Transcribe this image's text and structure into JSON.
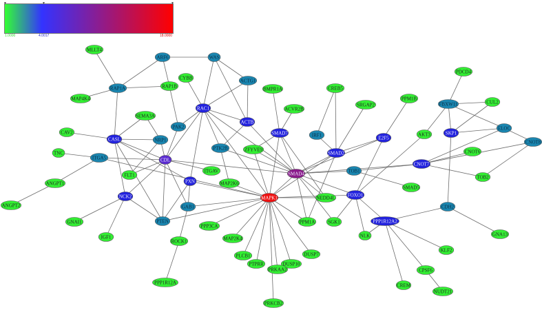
{
  "legend": {
    "min_label": "1.0000",
    "mid_label": "4.0017",
    "max_label": "18.0000",
    "colors": [
      "#33ff33",
      "#3333ff",
      "#ff0000"
    ]
  },
  "palette": {
    "green": "#33ee33",
    "teal": "#1a86b0",
    "blue": "#2222dd",
    "violet": "#5a2bd0",
    "purple": "#8a1a8a",
    "red": "#ee1111"
  },
  "nodes": [
    {
      "id": "MLLT4",
      "color": "green"
    },
    {
      "id": "ARF6",
      "color": "teal"
    },
    {
      "id": "WAS",
      "color": "teal"
    },
    {
      "id": "CYBB",
      "color": "green"
    },
    {
      "id": "RAP1A",
      "color": "teal"
    },
    {
      "id": "RAP1B",
      "color": "green"
    },
    {
      "id": "ACTG1",
      "color": "teal"
    },
    {
      "id": "MAP4K4",
      "color": "green"
    },
    {
      "id": "SEMA3A",
      "color": "green"
    },
    {
      "id": "RAC1",
      "color": "blue"
    },
    {
      "id": "PAK2",
      "color": "teal"
    },
    {
      "id": "ACTB",
      "color": "blue"
    },
    {
      "id": "BMPR1A",
      "color": "green"
    },
    {
      "id": "ACVR2B",
      "color": "green"
    },
    {
      "id": "SMAD7",
      "color": "blue"
    },
    {
      "id": "CREB5",
      "color": "green"
    },
    {
      "id": "SRGAP2",
      "color": "green"
    },
    {
      "id": "PPM1B",
      "color": "green"
    },
    {
      "id": "PDCD4",
      "color": "green"
    },
    {
      "id": "FBXW11",
      "color": "teal"
    },
    {
      "id": "CUL2",
      "color": "green"
    },
    {
      "id": "SKP1",
      "color": "blue"
    },
    {
      "id": "ELOC",
      "color": "teal"
    },
    {
      "id": "CNOT8",
      "color": "teal"
    },
    {
      "id": "CAV2",
      "color": "green"
    },
    {
      "id": "CASL",
      "color": "blue"
    },
    {
      "id": "NRP1",
      "color": "teal"
    },
    {
      "id": "ITGA5",
      "color": "teal"
    },
    {
      "id": "TNC",
      "color": "green"
    },
    {
      "id": "CDL",
      "color": "violet"
    },
    {
      "id": "FLT1",
      "color": "green"
    },
    {
      "id": "ITGAV",
      "color": "green"
    },
    {
      "id": "PTK2B",
      "color": "teal"
    },
    {
      "id": "ZFYVE9",
      "color": "green"
    },
    {
      "id": "IRF1",
      "color": "teal"
    },
    {
      "id": "SMAD2",
      "color": "blue"
    },
    {
      "id": "E2F5",
      "color": "blue"
    },
    {
      "id": "AKT3",
      "color": "green"
    },
    {
      "id": "CNOT6",
      "color": "green"
    },
    {
      "id": "CNOT7",
      "color": "blue"
    },
    {
      "id": "SMAD4",
      "color": "purple"
    },
    {
      "id": "TOB1",
      "color": "teal"
    },
    {
      "id": "TOB2",
      "color": "green"
    },
    {
      "id": "ANGPT1",
      "color": "green"
    },
    {
      "id": "PXN",
      "color": "blue"
    },
    {
      "id": "MAP2K6",
      "color": "green"
    },
    {
      "id": "SMAD5",
      "color": "green"
    },
    {
      "id": "ANGPT2",
      "color": "green"
    },
    {
      "id": "NCK2",
      "color": "blue"
    },
    {
      "id": "GAB1",
      "color": "teal"
    },
    {
      "id": "MAPK1",
      "color": "red"
    },
    {
      "id": "NEDD4L",
      "color": "green"
    },
    {
      "id": "FOXO1",
      "color": "blue"
    },
    {
      "id": "CDH2",
      "color": "teal"
    },
    {
      "id": "GNAI1",
      "color": "green"
    },
    {
      "id": "PTEN",
      "color": "teal"
    },
    {
      "id": "PPP3CA",
      "color": "green"
    },
    {
      "id": "PPM1A",
      "color": "green"
    },
    {
      "id": "SGK1",
      "color": "green"
    },
    {
      "id": "PPP1R12A2",
      "color": "blue"
    },
    {
      "id": "GNA13",
      "color": "green"
    },
    {
      "id": "IGF1",
      "color": "green"
    },
    {
      "id": "ROCK1",
      "color": "green"
    },
    {
      "id": "MAP2K4",
      "color": "green"
    },
    {
      "id": "NLK",
      "color": "green"
    },
    {
      "id": "KLF2",
      "color": "green"
    },
    {
      "id": "PLCB1",
      "color": "green"
    },
    {
      "id": "PTPRR",
      "color": "green"
    },
    {
      "id": "DUSP7",
      "color": "green"
    },
    {
      "id": "DUSP10",
      "color": "green"
    },
    {
      "id": "PRKAA2",
      "color": "green"
    },
    {
      "id": "CPSF6",
      "color": "green"
    },
    {
      "id": "PPP1R12A",
      "color": "green"
    },
    {
      "id": "CREM",
      "color": "green"
    },
    {
      "id": "NUDT21",
      "color": "green"
    },
    {
      "id": "PRKCB2",
      "color": "green"
    }
  ],
  "edges": [
    [
      "MLLT4",
      "RAP1A"
    ],
    [
      "RAP1A",
      "ARF6"
    ],
    [
      "RAP1A",
      "RAP1B"
    ],
    [
      "RAP1A",
      "CASL"
    ],
    [
      "RAP1A",
      "MAP4K4"
    ],
    [
      "ARF6",
      "WAS"
    ],
    [
      "ARF6",
      "RAP1B"
    ],
    [
      "WAS",
      "ACTG1"
    ],
    [
      "WAS",
      "RAC1"
    ],
    [
      "WAS",
      "ACTB"
    ],
    [
      "RAC1",
      "CYBB"
    ],
    [
      "RAC1",
      "PAK2"
    ],
    [
      "RAC1",
      "ACTG1"
    ],
    [
      "RAC1",
      "ACTB"
    ],
    [
      "RAC1",
      "CDL"
    ],
    [
      "RAC1",
      "PXN"
    ],
    [
      "RAC1",
      "MAPK1"
    ],
    [
      "RAC1",
      "SMAD4"
    ],
    [
      "RAC1",
      "PTK2B"
    ],
    [
      "RAP1B",
      "PAK2"
    ],
    [
      "PAK2",
      "CDL"
    ],
    [
      "ACTG1",
      "ACTB"
    ],
    [
      "ACTB",
      "SMAD4"
    ],
    [
      "ACTB",
      "PTK2B"
    ],
    [
      "BMPR1A",
      "SMAD7"
    ],
    [
      "ACVR2B",
      "SMAD7"
    ],
    [
      "SMAD7",
      "MAPK1"
    ],
    [
      "SMAD7",
      "SMAD4"
    ],
    [
      "SMAD7",
      "ZFYVE9"
    ],
    [
      "SMAD7",
      "NEDD4L"
    ],
    [
      "CREB5",
      "SMAD2"
    ],
    [
      "CREB5",
      "IRF1"
    ],
    [
      "SRGAP2",
      "SMAD2"
    ],
    [
      "SMAD2",
      "SMAD4"
    ],
    [
      "SMAD2",
      "IRF1"
    ],
    [
      "SMAD2",
      "MAPK1"
    ],
    [
      "SMAD2",
      "E2F5"
    ],
    [
      "SMAD2",
      "PPM1A"
    ],
    [
      "E2F5",
      "PPM1B"
    ],
    [
      "E2F5",
      "SMAD4"
    ],
    [
      "E2F5",
      "FOXO1"
    ],
    [
      "PDCD4",
      "FBXW11"
    ],
    [
      "FBXW11",
      "CUL2"
    ],
    [
      "FBXW11",
      "SKP1"
    ],
    [
      "FBXW11",
      "ELOC"
    ],
    [
      "FBXW11",
      "AKT3"
    ],
    [
      "CUL2",
      "SKP1"
    ],
    [
      "SKP1",
      "ELOC"
    ],
    [
      "SKP1",
      "CDH2"
    ],
    [
      "ELOC",
      "CNOT8"
    ],
    [
      "ELOC",
      "CNOT7"
    ],
    [
      "CNOT8",
      "CNOT7"
    ],
    [
      "CNOT8",
      "TOB2"
    ],
    [
      "CNOT7",
      "CNOT6"
    ],
    [
      "CNOT7",
      "TOB2"
    ],
    [
      "CNOT7",
      "TOB1"
    ],
    [
      "CNOT7",
      "SMAD4"
    ],
    [
      "CAV2",
      "CASL"
    ],
    [
      "CASL",
      "SEMA3A"
    ],
    [
      "CASL",
      "NRP1"
    ],
    [
      "CASL",
      "CDL"
    ],
    [
      "CASL",
      "NCK2"
    ],
    [
      "CASL",
      "PXN"
    ],
    [
      "CASL",
      "PTEN"
    ],
    [
      "NRP1",
      "FLT1"
    ],
    [
      "NRP1",
      "CDL"
    ],
    [
      "NRP1",
      "SEMA3A"
    ],
    [
      "TNC",
      "ITGA5"
    ],
    [
      "ITGA5",
      "ANGPT1"
    ],
    [
      "ITGA5",
      "CDL"
    ],
    [
      "ITGA5",
      "MAPK1"
    ],
    [
      "CDL",
      "ITGAV"
    ],
    [
      "CDL",
      "NCK2"
    ],
    [
      "CDL",
      "PTEN"
    ],
    [
      "CDL",
      "SMAD4"
    ],
    [
      "CDL",
      "GAB1"
    ],
    [
      "CDL",
      "FLT1"
    ],
    [
      "PXN",
      "MAPK1"
    ],
    [
      "PXN",
      "PTEN"
    ],
    [
      "PXN",
      "GAB1"
    ],
    [
      "PTK2B",
      "SMAD4"
    ],
    [
      "PTK2B",
      "MAP2K6"
    ],
    [
      "SMAD4",
      "MAPK1"
    ],
    [
      "SMAD4",
      "TOB1"
    ],
    [
      "SMAD4",
      "FOXO1"
    ],
    [
      "SMAD4",
      "SGK1"
    ],
    [
      "SMAD4",
      "PPM1A"
    ],
    [
      "SMAD4",
      "NEDD4L"
    ],
    [
      "SMAD4",
      "ZFYVE9"
    ],
    [
      "TOB1",
      "SMAD5"
    ],
    [
      "FOXO1",
      "MAPK1"
    ],
    [
      "FOXO1",
      "SGK1"
    ],
    [
      "FOXO1",
      "NLK"
    ],
    [
      "FOXO1",
      "PPP1R12A2"
    ],
    [
      "FOXO1",
      "AKT3"
    ],
    [
      "ANGPT1",
      "ANGPT2"
    ],
    [
      "NCK2",
      "GNAI1"
    ],
    [
      "NCK2",
      "IGF1"
    ],
    [
      "NCK2",
      "PTEN"
    ],
    [
      "GAB1",
      "MAPK1"
    ],
    [
      "GAB1",
      "ROCK1"
    ],
    [
      "PTEN",
      "MAPK1"
    ],
    [
      "MAPK1",
      "PPP3CA"
    ],
    [
      "MAPK1",
      "MAP2K4"
    ],
    [
      "MAPK1",
      "PLCB1"
    ],
    [
      "MAPK1",
      "PTPRR"
    ],
    [
      "MAPK1",
      "PRKAA2"
    ],
    [
      "MAPK1",
      "DUSP10"
    ],
    [
      "MAPK1",
      "DUSP7"
    ],
    [
      "MAPK1",
      "PPM1A"
    ],
    [
      "MAPK1",
      "NEDD4L"
    ],
    [
      "MAPK1",
      "PRKCB2"
    ],
    [
      "MAPK1",
      "MAP2K6"
    ],
    [
      "MAPK1",
      "ZFYVE9"
    ],
    [
      "PPP1R12A2",
      "CDH2"
    ],
    [
      "PPP1R12A2",
      "KLF2"
    ],
    [
      "PPP1R12A2",
      "CPSF6"
    ],
    [
      "PPP1R12A2",
      "CREM"
    ],
    [
      "PPP1R12A2",
      "NLK"
    ],
    [
      "CPSF6",
      "NUDT21"
    ],
    [
      "CDH2",
      "GNA13"
    ],
    [
      "ROCK1",
      "PPP1R12A"
    ]
  ]
}
